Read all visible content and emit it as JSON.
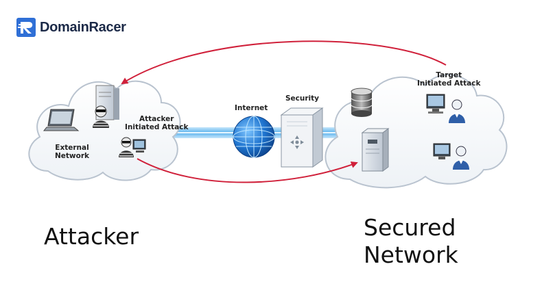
{
  "brand": {
    "name": "DomainRacer",
    "logo_letter": "R",
    "color": "#2f6fd6"
  },
  "labels": {
    "external_network": [
      "External",
      "Network"
    ],
    "attacker_initiated": [
      "Attacker",
      "Initiated Attack"
    ],
    "internet": "Internet",
    "security": "Security",
    "target_initiated": [
      "Target",
      "Initiated Attack"
    ]
  },
  "captions": {
    "attacker": "Attacker",
    "secured_network": [
      "Secured",
      "Network"
    ]
  },
  "colors": {
    "arrow": "#d0203a",
    "link": "#3fa7e8",
    "cloud_edge": "#b9c3cf",
    "globe": "#1e6fc8"
  },
  "icons": [
    "laptop-icon",
    "server-icon",
    "hacker-icon",
    "globe-icon",
    "firewall-icon",
    "database-icon",
    "workstation-icon",
    "user-icon"
  ]
}
